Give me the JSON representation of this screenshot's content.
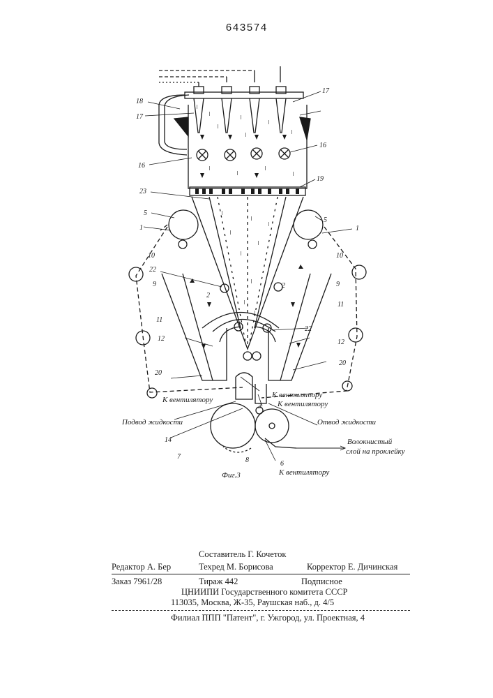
{
  "document": {
    "number": "643574"
  },
  "figure": {
    "caption": "Фиг.3",
    "labels": {
      "fan_left": "К вентилятору",
      "fan_right": "К вентилятору",
      "fan_bottom": "К вентилятору",
      "liquid_in": "Подвод жидкости",
      "liquid_out": "Отвод жидкости",
      "fibrous_line1": "Волокнистый",
      "fibrous_line2": "слой на проклейку"
    },
    "numbers": {
      "n1": "1",
      "n2": "2",
      "n3": "3",
      "n5": "5",
      "n6": "6",
      "n7": "7",
      "n8": "8",
      "n9": "9",
      "n10": "10",
      "n11": "11",
      "n12": "12",
      "n14": "14",
      "n16": "16",
      "n17": "17",
      "n18": "18",
      "n19": "19",
      "n20": "20",
      "n22": "22",
      "n23": "23"
    }
  },
  "colophon": {
    "compiler": "Составитель Г. Кочеток",
    "editor": "Редактор А. Бер",
    "techred": "Техред М. Борисова",
    "corrector": "Корректор Е. Дичинская",
    "order": "Заказ 7961/28",
    "circulation": "Тираж 442",
    "subscription": "Подписное",
    "org_line1": "ЦНИИПИ Государственного комитета СССР",
    "org_line2": "113035, Москва, Ж-35, Раушская наб., д. 4/5",
    "branch": "Филиал ППП \"Патент\", г. Ужгород, ул. Проектная, 4"
  }
}
